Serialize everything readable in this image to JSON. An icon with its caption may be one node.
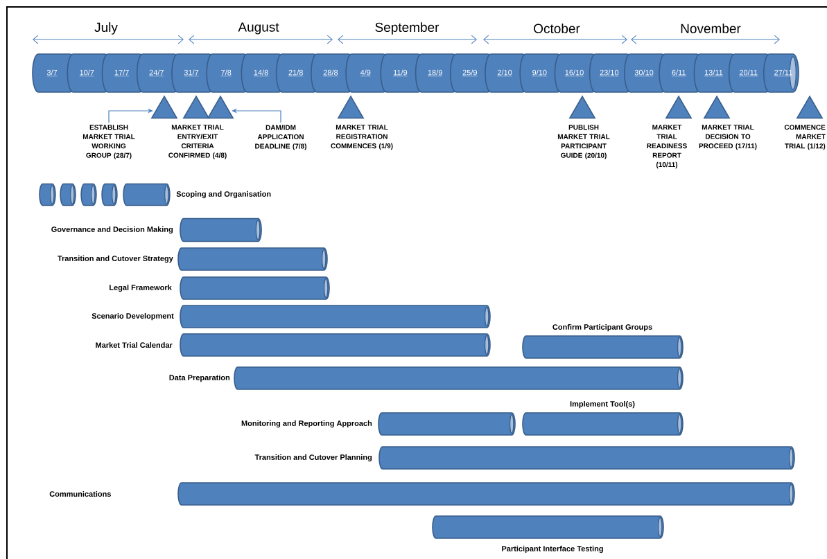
{
  "diagram": {
    "nodes": [
      {
        "text": [
          "3/7"
        ]
      },
      {
        "text": [
          "10/7"
        ]
      },
      {
        "text": [
          "17/7"
        ]
      },
      {
        "text": [
          "24/7"
        ]
      },
      {
        "text": [
          "31/7"
        ]
      },
      {
        "text": [
          "7/8"
        ]
      },
      {
        "text": [
          "14/8"
        ]
      },
      {
        "text": [
          "21/8"
        ]
      },
      {
        "text": [
          "28/8"
        ]
      },
      {
        "text": [
          "4/9"
        ]
      },
      {
        "text": [
          "11/9"
        ]
      },
      {
        "text": [
          "18/9"
        ]
      },
      {
        "text": [
          "25/9"
        ]
      },
      {
        "text": [
          "2/10"
        ]
      },
      {
        "text": [
          "9/10"
        ]
      },
      {
        "text": [
          "16/10"
        ]
      },
      {
        "text": [
          "23/10"
        ]
      },
      {
        "text": [
          "30/10"
        ]
      },
      {
        "text": [
          "6/11"
        ]
      },
      {
        "text": [
          "13/11"
        ]
      },
      {
        "text": [
          "20/11"
        ]
      },
      {
        "text": [
          "27/11"
        ]
      },
      {
        "text": [
          "ESTABLISH MARKET TRIAL WORKING GROUP (28/7)"
        ]
      },
      {
        "text": [],
        "shape": "triangle"
      },
      {
        "text": [
          "MARKET TRIAL ENTRY/EXIT CRITERIA CONFIRMED (4/8)"
        ]
      },
      {
        "text": [],
        "shape": "triangle"
      },
      {
        "text": [
          "DAM/IDM APPLICATION DEADLINE (7/8)"
        ]
      },
      {
        "text": [
          "MARKET TRIAL REGISTRATION COMMENCES (1/9)"
        ]
      },
      {
        "text": [
          "PUBLISH MARKET TRIAL PARTICIPANT GUIDE (20/10)"
        ]
      },
      {
        "text": [
          "MARKET TRIAL READINESS REPORT (10/11)"
        ]
      },
      {
        "text": [
          "MARKET TRIAL DECISION TO PROCEED (17/11)"
        ]
      },
      {
        "text": [
          "COMMENCE MARKET TRIAL (1/12)"
        ]
      },
      {
        "text": [],
        "shape": "cylinder"
      },
      {
        "text": [],
        "shape": "cylinder"
      },
      {
        "text": [],
        "shape": "cylinder"
      },
      {
        "text": [],
        "shape": "cylinder"
      },
      {
        "text": [
          "Scoping and Organisation"
        ]
      },
      {
        "text": [
          "Governance and Decision Making"
        ]
      },
      {
        "text": [
          "Transition and Cutover Strategy"
        ]
      },
      {
        "text": [
          "Legal Framework"
        ]
      },
      {
        "text": [
          "Scenario Development"
        ]
      },
      {
        "text": [
          "Market Trial Calendar"
        ]
      },
      {
        "text": [
          "Confirm Participant Groups"
        ]
      },
      {
        "text": [
          "Data Preparation"
        ]
      },
      {
        "text": [
          "Monitoring and Reporting Approach"
        ]
      },
      {
        "text": [
          "Implement Tool(s)"
        ]
      },
      {
        "text": [
          "Transition and Cutover Planning"
        ]
      },
      {
        "text": [],
        "shape": "cylinder"
      },
      {
        "text": [
          "Participant Interface Testing"
        ]
      }
    ],
    "edges": [
      {
        "from": 22,
        "to": 23,
        "arrow": "to"
      },
      {
        "from": 26,
        "to": 25,
        "arrow": "to"
      }
    ],
    "labels": [
      "July",
      "August",
      "September",
      "October",
      "November",
      "Communications"
    ]
  }
}
